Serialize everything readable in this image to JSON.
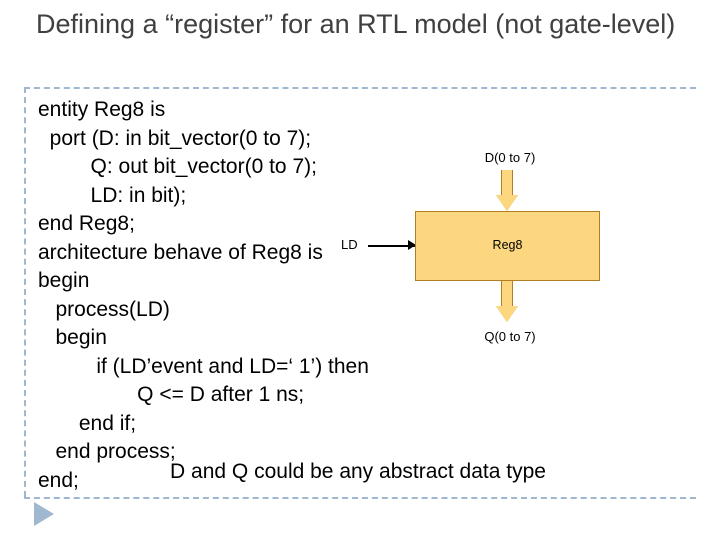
{
  "slide": {
    "title": "Defining a “register” for an RTL model (not gate-level)",
    "code": "entity Reg8 is\n  port (D: in bit_vector(0 to 7);\n         Q: out bit_vector(0 to 7);\n         LD: in bit);\nend Reg8;\narchitecture behave of Reg8 is\nbegin\n   process(LD)\n   begin\n          if (LD’event and LD=‘ 1’) then\n                 Q <= D after 1 ns;\n       end if;\n   end process;\nend;",
    "caption": "D and Q could be any abstract data type"
  },
  "diagram": {
    "box_label": "Reg8",
    "input_label": "D(0 to 7)",
    "output_label": "Q(0 to 7)",
    "clock_label": "LD",
    "box_fill": "#fcd77f",
    "box_border": "#b07f24",
    "accent": "#9fb8d0"
  },
  "icons": {
    "arrow_in": "arrow-down-icon",
    "arrow_out": "arrow-down-icon",
    "clock_input": "clock-triangle-icon",
    "nav": "play-triangle-icon"
  }
}
